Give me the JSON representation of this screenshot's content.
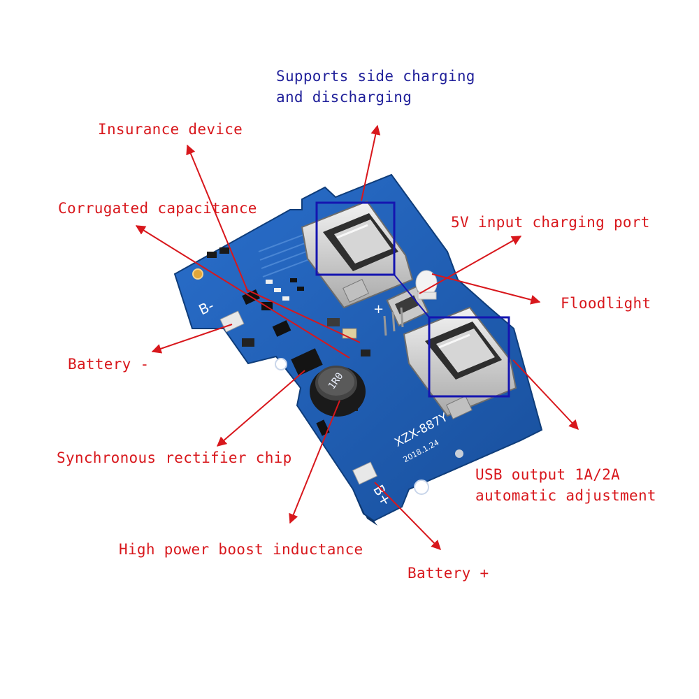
{
  "labels": {
    "side_charging_line1": "Supports side charging",
    "side_charging_line2": "and discharging",
    "insurance_device": "Insurance device",
    "corrugated_capacitance": "Corrugated capacitance",
    "input_port": "5V input charging port",
    "floodlight": "Floodlight",
    "battery_minus": "Battery -",
    "sync_rectifier": "Synchronous rectifier chip",
    "usb_output_line1": "USB output  1A/2A",
    "usb_output_line2": "automatic adjustment",
    "boost_inductance": "High power boost inductance",
    "battery_plus": "Battery +"
  },
  "board": {
    "model": "XZX-887Y",
    "date": "2018.1.24",
    "pad_minus": "B-",
    "pad_plus": "B+",
    "inductor_code": "1R0"
  },
  "colors": {
    "label_red": "#d8171c",
    "label_blue": "#20209a",
    "arrow": "#d8171c",
    "highlight_box": "#1515b0",
    "pcb": "#1f5fb8"
  }
}
